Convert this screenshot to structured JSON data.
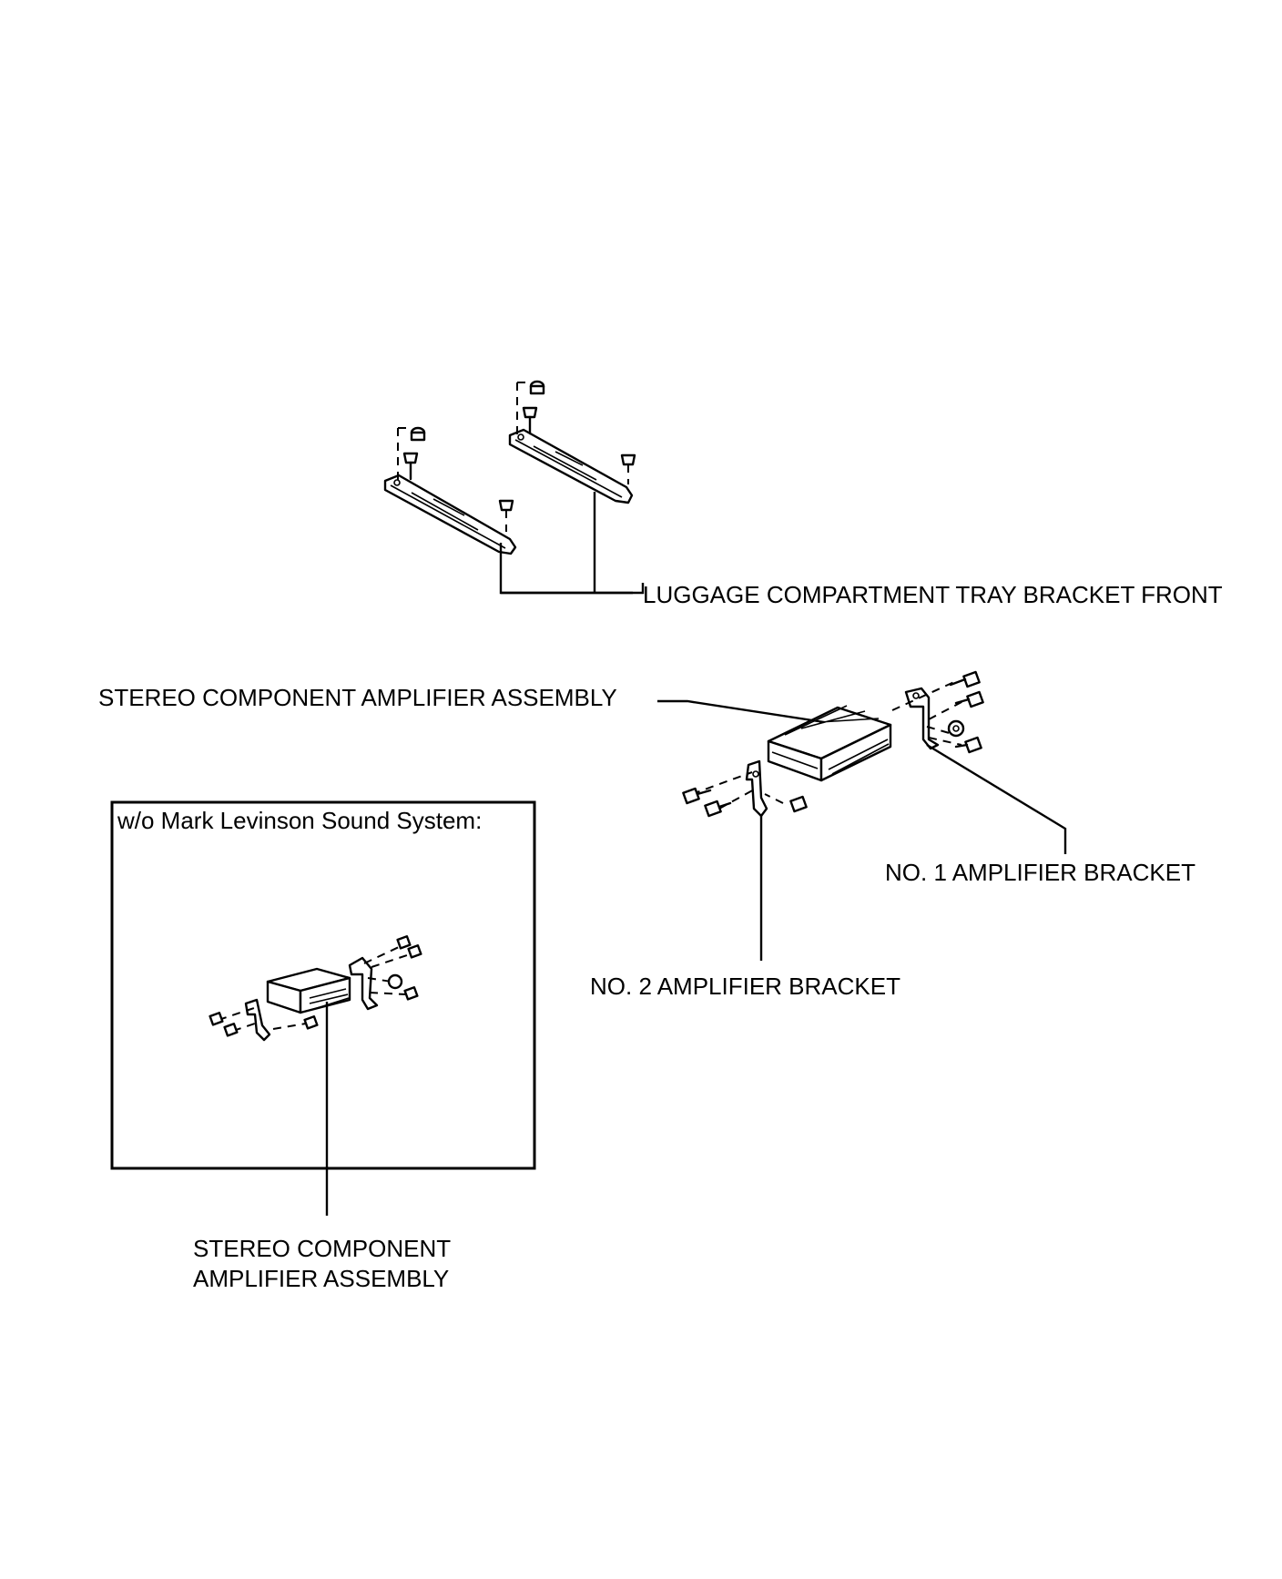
{
  "labels": {
    "tray_bracket": "LUGGAGE COMPARTMENT TRAY BRACKET FRONT",
    "amp_assembly_top": "STEREO COMPONENT AMPLIFIER ASSEMBLY",
    "no1_bracket": "NO. 1 AMPLIFIER BRACKET",
    "no2_bracket": "NO. 2 AMPLIFIER BRACKET",
    "inset_title": "w/o Mark Levinson Sound System:",
    "amp_assembly_bottom_line1": "STEREO COMPONENT",
    "amp_assembly_bottom_line2": "AMPLIFIER ASSEMBLY"
  }
}
